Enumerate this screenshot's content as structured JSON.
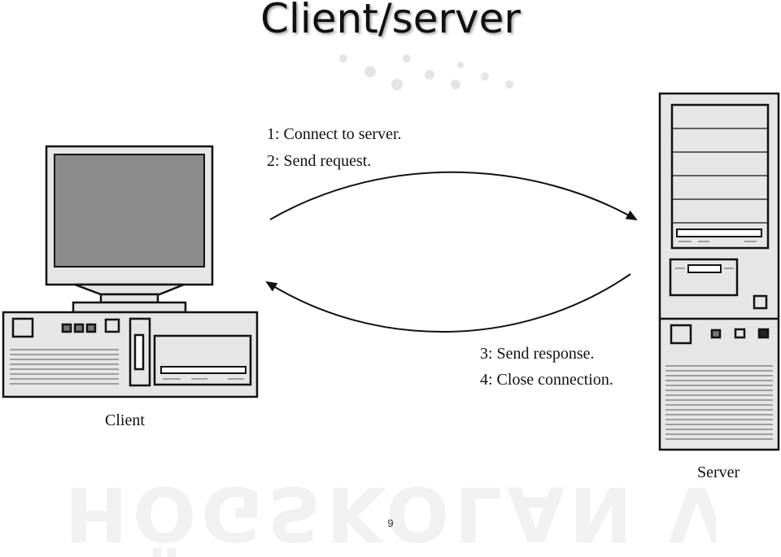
{
  "slide": {
    "title": "Client/server",
    "page_number": "9",
    "watermark_text": "HÖGSKOLAN VÄST"
  },
  "diagram": {
    "client_label": "Client",
    "server_label": "Server",
    "request_steps": [
      "1: Connect to server.",
      "2: Send request."
    ],
    "response_steps": [
      "3: Send response.",
      "4: Close connection."
    ]
  },
  "colors": {
    "screen_gray": "#8c8c8c",
    "device_fill": "#e6e6e6",
    "line": "#111111"
  },
  "icons": [
    "desktop-computer-icon",
    "tower-server-icon",
    "arrow-right-icon",
    "arrow-left-icon"
  ]
}
